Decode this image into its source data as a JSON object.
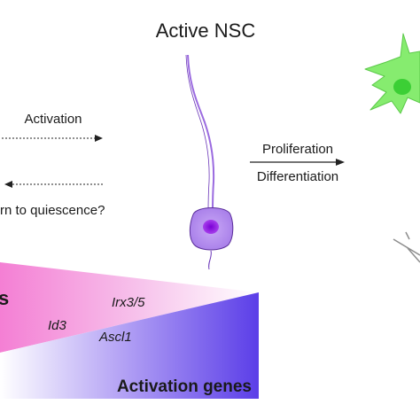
{
  "title": "Active NSC",
  "arrows": {
    "activation": "Activation",
    "return": "rn to quiescence?",
    "proliferation": "Proliferation",
    "differentiation": "Differentiation"
  },
  "genes": {
    "left_fragment": "s",
    "id3": "Id3",
    "irx": "Irx3/5",
    "ascl1": "Ascl1",
    "activation_genes": "Activation genes"
  },
  "colors": {
    "quiescence_gradient": "#f58ad8",
    "activation_gradient": "#5a3fe6",
    "nsc_cell": "#b68ff0",
    "nsc_nucleus": "#8a13d8",
    "astrocyte": "#7fe86a",
    "astrocyte_nucleus": "#3fcf3a"
  }
}
